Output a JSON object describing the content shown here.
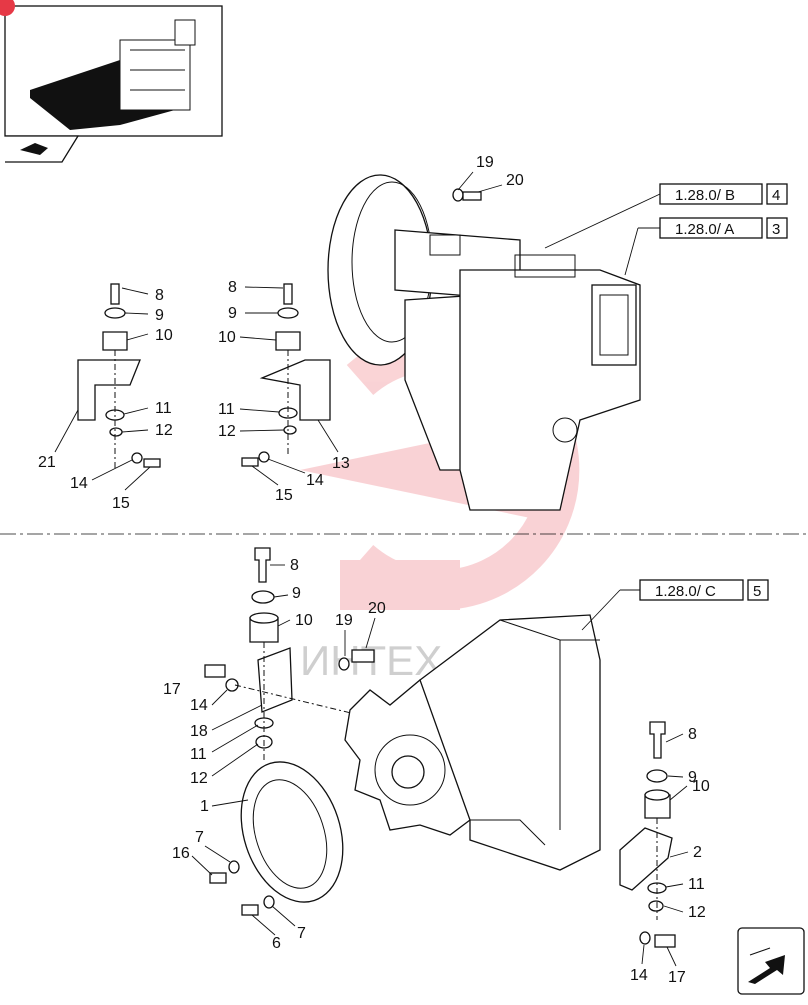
{
  "title": "",
  "refs": {
    "b": {
      "code": "1.28.0/ B",
      "num": "4"
    },
    "a": {
      "code": "1.28.0/ A",
      "num": "3"
    },
    "c": {
      "code": "1.28.0/ C",
      "num": "5"
    }
  },
  "watermark": "ИНТЕХ",
  "labels": {
    "top_transmission": [
      "19",
      "20"
    ],
    "left_mount": [
      "8",
      "9",
      "10",
      "11",
      "12",
      "21",
      "14",
      "15"
    ],
    "mid_mount": [
      "8",
      "9",
      "10",
      "11",
      "12",
      "13",
      "14",
      "15"
    ],
    "bottom_left": [
      "8",
      "9",
      "10",
      "19",
      "20",
      "17",
      "14",
      "18",
      "11",
      "12",
      "1",
      "7",
      "16",
      "7",
      "6"
    ],
    "bottom_right": [
      "8",
      "9",
      "10",
      "2",
      "11",
      "12",
      "14",
      "17"
    ]
  },
  "icons": [
    "engine-thumbnail",
    "previous-page-icon",
    "next-page-icon"
  ],
  "colors": {
    "line": "#111111",
    "watermark": "#e63946",
    "badge": "#e63946"
  }
}
